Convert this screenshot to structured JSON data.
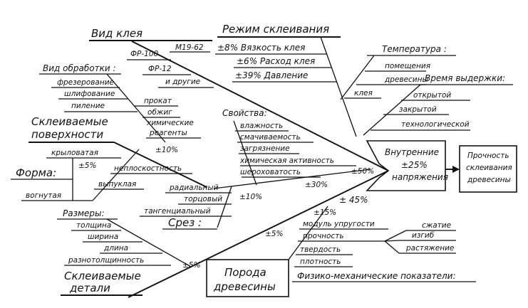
{
  "glue_type": {
    "title": "Вид клея",
    "items": [
      "М19-62",
      "ФР-100",
      "ФР-12",
      "и другие"
    ]
  },
  "gluing_mode": {
    "title": "Режим склеивания",
    "items": [
      "±8%  Вязкость клея",
      "±6%  Расход клея",
      "±39%  Давление"
    ]
  },
  "temperature": {
    "title": "Температура :",
    "items": [
      "помещения",
      "древесины",
      "клея"
    ]
  },
  "holding_time": {
    "title": "Время выдержки:",
    "items": [
      "открытой",
      "закрытой",
      "технологической"
    ]
  },
  "processing": {
    "title": "Вид обработки :",
    "items": [
      "фрезерование",
      "шлифование",
      "пиление",
      "прокат",
      "обжиг",
      "химические",
      "реагенты"
    ],
    "percent": "±10%"
  },
  "surfaces": {
    "title_line1": "Склеиваемые",
    "title_line2": "поверхности"
  },
  "shape": {
    "title": "Форма:",
    "items": [
      "крыловатая",
      "±5%",
      "вогнутая",
      "неплоскостность",
      "выпуклая"
    ]
  },
  "properties": {
    "title": "Свойства:",
    "items": [
      "влажность",
      "смачиваемость",
      "загрязнение",
      "химическая активность",
      "шероховатость"
    ],
    "percent_a": "±50%",
    "percent_b": "±30%"
  },
  "cut": {
    "title": "Срез :",
    "items": [
      "радиальный",
      "торцовый",
      "тангенциальный"
    ],
    "percent": "±10%"
  },
  "dimensions": {
    "title": "Размеры:",
    "items": [
      "толщина",
      "ширина",
      "длина",
      "разнотолщинность"
    ],
    "percent": "±5%"
  },
  "parts": {
    "title_line1": "Склеиваемые",
    "title_line2": "детали"
  },
  "wood": {
    "title_line1": "Порода",
    "title_line2": "древесины",
    "percent": "±5%"
  },
  "mechanical": {
    "title": "Физико-механические показатели:",
    "items": [
      "модуль упругости",
      "прочность",
      "твердость",
      "плотность"
    ],
    "percent": "±15%",
    "sub_items": [
      "сжатие",
      "изгиб",
      "растяжение"
    ]
  },
  "internal_stress": {
    "line1": "Внутренние",
    "line2": "±25%",
    "line3": "напряжения",
    "percent": "± 45%"
  },
  "result": {
    "line1": "Прочность",
    "line2": "склеивания",
    "line3": "древесины"
  }
}
